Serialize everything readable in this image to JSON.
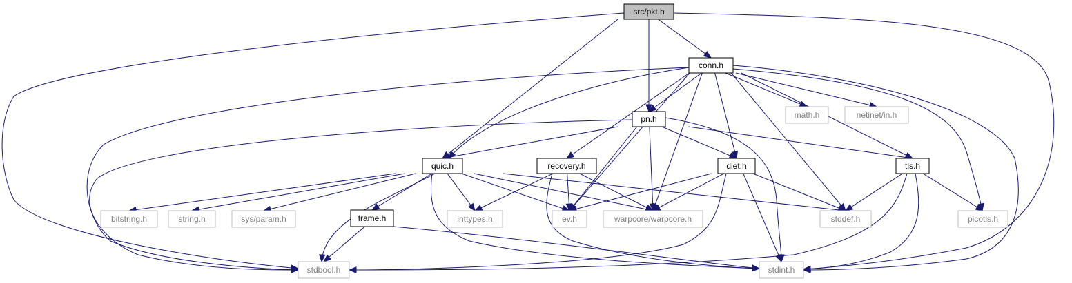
{
  "graph": {
    "colors": {
      "edge": "#191970",
      "current_fill": "#bfbfbf",
      "current_stroke": "#000000",
      "normal_fill": "#ffffff",
      "normal_stroke": "#000000",
      "external_stroke": "#bfbfbf",
      "external_text": "#7f7f7f"
    },
    "nodes": [
      {
        "id": "pkt",
        "label": "src/pkt.h",
        "kind": "current"
      },
      {
        "id": "conn",
        "label": "conn.h",
        "kind": "normal"
      },
      {
        "id": "pn",
        "label": "pn.h",
        "kind": "normal"
      },
      {
        "id": "math",
        "label": "math.h",
        "kind": "external"
      },
      {
        "id": "netinet",
        "label": "netinet/in.h",
        "kind": "external"
      },
      {
        "id": "quic",
        "label": "quic.h",
        "kind": "normal"
      },
      {
        "id": "recovery",
        "label": "recovery.h",
        "kind": "normal"
      },
      {
        "id": "diet",
        "label": "diet.h",
        "kind": "normal"
      },
      {
        "id": "tls",
        "label": "tls.h",
        "kind": "normal"
      },
      {
        "id": "bitstring",
        "label": "bitstring.h",
        "kind": "external"
      },
      {
        "id": "string",
        "label": "string.h",
        "kind": "external"
      },
      {
        "id": "sysparam",
        "label": "sys/param.h",
        "kind": "external"
      },
      {
        "id": "frame",
        "label": "frame.h",
        "kind": "normal"
      },
      {
        "id": "inttypes",
        "label": "inttypes.h",
        "kind": "external"
      },
      {
        "id": "ev",
        "label": "ev.h",
        "kind": "external"
      },
      {
        "id": "warpcore",
        "label": "warpcore/warpcore.h",
        "kind": "external"
      },
      {
        "id": "stddef",
        "label": "stddef.h",
        "kind": "external"
      },
      {
        "id": "picotls",
        "label": "picotls.h",
        "kind": "external"
      },
      {
        "id": "stdbool",
        "label": "stdbool.h",
        "kind": "external"
      },
      {
        "id": "stdint",
        "label": "stdint.h",
        "kind": "external"
      }
    ],
    "edges": [
      {
        "from": "pkt",
        "to": "conn"
      },
      {
        "from": "pkt",
        "to": "pn"
      },
      {
        "from": "pkt",
        "to": "quic"
      },
      {
        "from": "pkt",
        "to": "stdbool"
      },
      {
        "from": "pkt",
        "to": "stdint"
      },
      {
        "from": "conn",
        "to": "pn"
      },
      {
        "from": "conn",
        "to": "quic"
      },
      {
        "from": "conn",
        "to": "recovery"
      },
      {
        "from": "conn",
        "to": "diet"
      },
      {
        "from": "conn",
        "to": "tls"
      },
      {
        "from": "conn",
        "to": "math"
      },
      {
        "from": "conn",
        "to": "netinet"
      },
      {
        "from": "conn",
        "to": "picotls"
      },
      {
        "from": "conn",
        "to": "stddef"
      },
      {
        "from": "conn",
        "to": "warpcore"
      },
      {
        "from": "conn",
        "to": "ev"
      },
      {
        "from": "conn",
        "to": "stdbool"
      },
      {
        "from": "conn",
        "to": "stdint"
      },
      {
        "from": "pn",
        "to": "quic"
      },
      {
        "from": "pn",
        "to": "diet"
      },
      {
        "from": "pn",
        "to": "tls"
      },
      {
        "from": "pn",
        "to": "ev"
      },
      {
        "from": "pn",
        "to": "warpcore"
      },
      {
        "from": "pn",
        "to": "stdbool"
      },
      {
        "from": "pn",
        "to": "stdint"
      },
      {
        "from": "quic",
        "to": "bitstring"
      },
      {
        "from": "quic",
        "to": "string"
      },
      {
        "from": "quic",
        "to": "sysparam"
      },
      {
        "from": "quic",
        "to": "frame"
      },
      {
        "from": "quic",
        "to": "inttypes"
      },
      {
        "from": "quic",
        "to": "ev"
      },
      {
        "from": "quic",
        "to": "warpcore"
      },
      {
        "from": "quic",
        "to": "stddef"
      },
      {
        "from": "quic",
        "to": "stdbool"
      },
      {
        "from": "quic",
        "to": "stdint"
      },
      {
        "from": "recovery",
        "to": "inttypes"
      },
      {
        "from": "recovery",
        "to": "ev"
      },
      {
        "from": "recovery",
        "to": "warpcore"
      },
      {
        "from": "recovery",
        "to": "stdint"
      },
      {
        "from": "diet",
        "to": "ev"
      },
      {
        "from": "diet",
        "to": "warpcore"
      },
      {
        "from": "diet",
        "to": "stddef"
      },
      {
        "from": "diet",
        "to": "stdbool"
      },
      {
        "from": "diet",
        "to": "stdint"
      },
      {
        "from": "tls",
        "to": "stddef"
      },
      {
        "from": "tls",
        "to": "picotls"
      },
      {
        "from": "tls",
        "to": "stdbool"
      },
      {
        "from": "tls",
        "to": "stdint"
      },
      {
        "from": "frame",
        "to": "stdbool"
      },
      {
        "from": "frame",
        "to": "stdint"
      }
    ]
  }
}
